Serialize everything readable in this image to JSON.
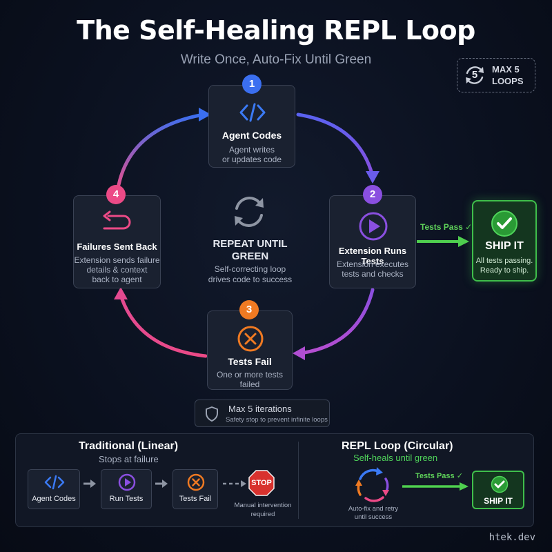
{
  "header": {
    "title": "The Self-Healing REPL Loop",
    "subtitle": "Write Once, Auto-Fix Until Green"
  },
  "max_badge": {
    "number": "5",
    "line1": "MAX 5",
    "line2": "LOOPS"
  },
  "steps": [
    {
      "number": "1",
      "label": "Agent Codes",
      "desc1": "Agent writes",
      "desc2": "or updates code",
      "icon": "code-icon",
      "color": "#3b6ff0"
    },
    {
      "number": "2",
      "label": "Extension Runs Tests",
      "desc1": "Extension executes",
      "desc2": "tests and checks",
      "icon": "play-icon",
      "color": "#8a4fe0"
    },
    {
      "number": "3",
      "label": "Tests Fail",
      "desc1": "One or more tests",
      "desc2": "failed",
      "icon": "x-circle-icon",
      "color": "#f07a22"
    },
    {
      "number": "4",
      "label": "Failures Sent Back",
      "desc1": "Extension sends failure",
      "desc2": "details & context",
      "desc3": "back to agent",
      "icon": "return-arrow-icon",
      "color": "#ec4a86"
    }
  ],
  "center": {
    "line1": "REPEAT UNTIL",
    "line2": "GREEN",
    "desc1": "Self-correcting loop",
    "desc2": "drives code to success"
  },
  "tests_pass": "Tests Pass ✓",
  "ship": {
    "label": "SHIP IT",
    "desc1": "All tests passing.",
    "desc2": "Ready to ship.",
    "color": "#3fbf4b"
  },
  "safety": {
    "title": "Max 5 iterations",
    "desc": "Safety stop to prevent infinite loops"
  },
  "comparison": {
    "traditional": {
      "title": "Traditional (Linear)",
      "subtitle": "Stops at failure",
      "items": [
        "Agent Codes",
        "Run Tests",
        "Tests Fail"
      ],
      "stop": "STOP",
      "note1": "Manual intervention",
      "note2": "required"
    },
    "repl": {
      "title": "REPL Loop (Circular)",
      "subtitle": "Self-heals until green",
      "note1": "Auto-fix and retry",
      "note2": "until success",
      "tests_pass": "Tests Pass ✓",
      "ship": "SHIP IT"
    }
  },
  "footer": "htek.dev"
}
